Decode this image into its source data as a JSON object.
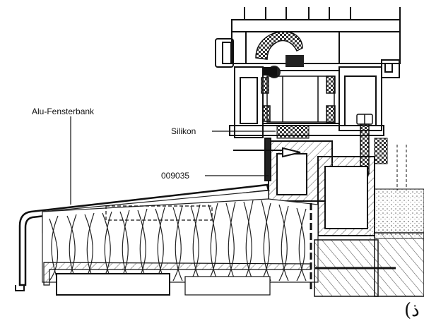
{
  "labels": {
    "sill": "Alu-Fensterbank",
    "sealant": "Silikon",
    "profile": "009035"
  },
  "corner_glyph": "(ﺫ",
  "colors": {
    "line": "#111111",
    "hatch": "#555555",
    "background": "#ffffff"
  }
}
